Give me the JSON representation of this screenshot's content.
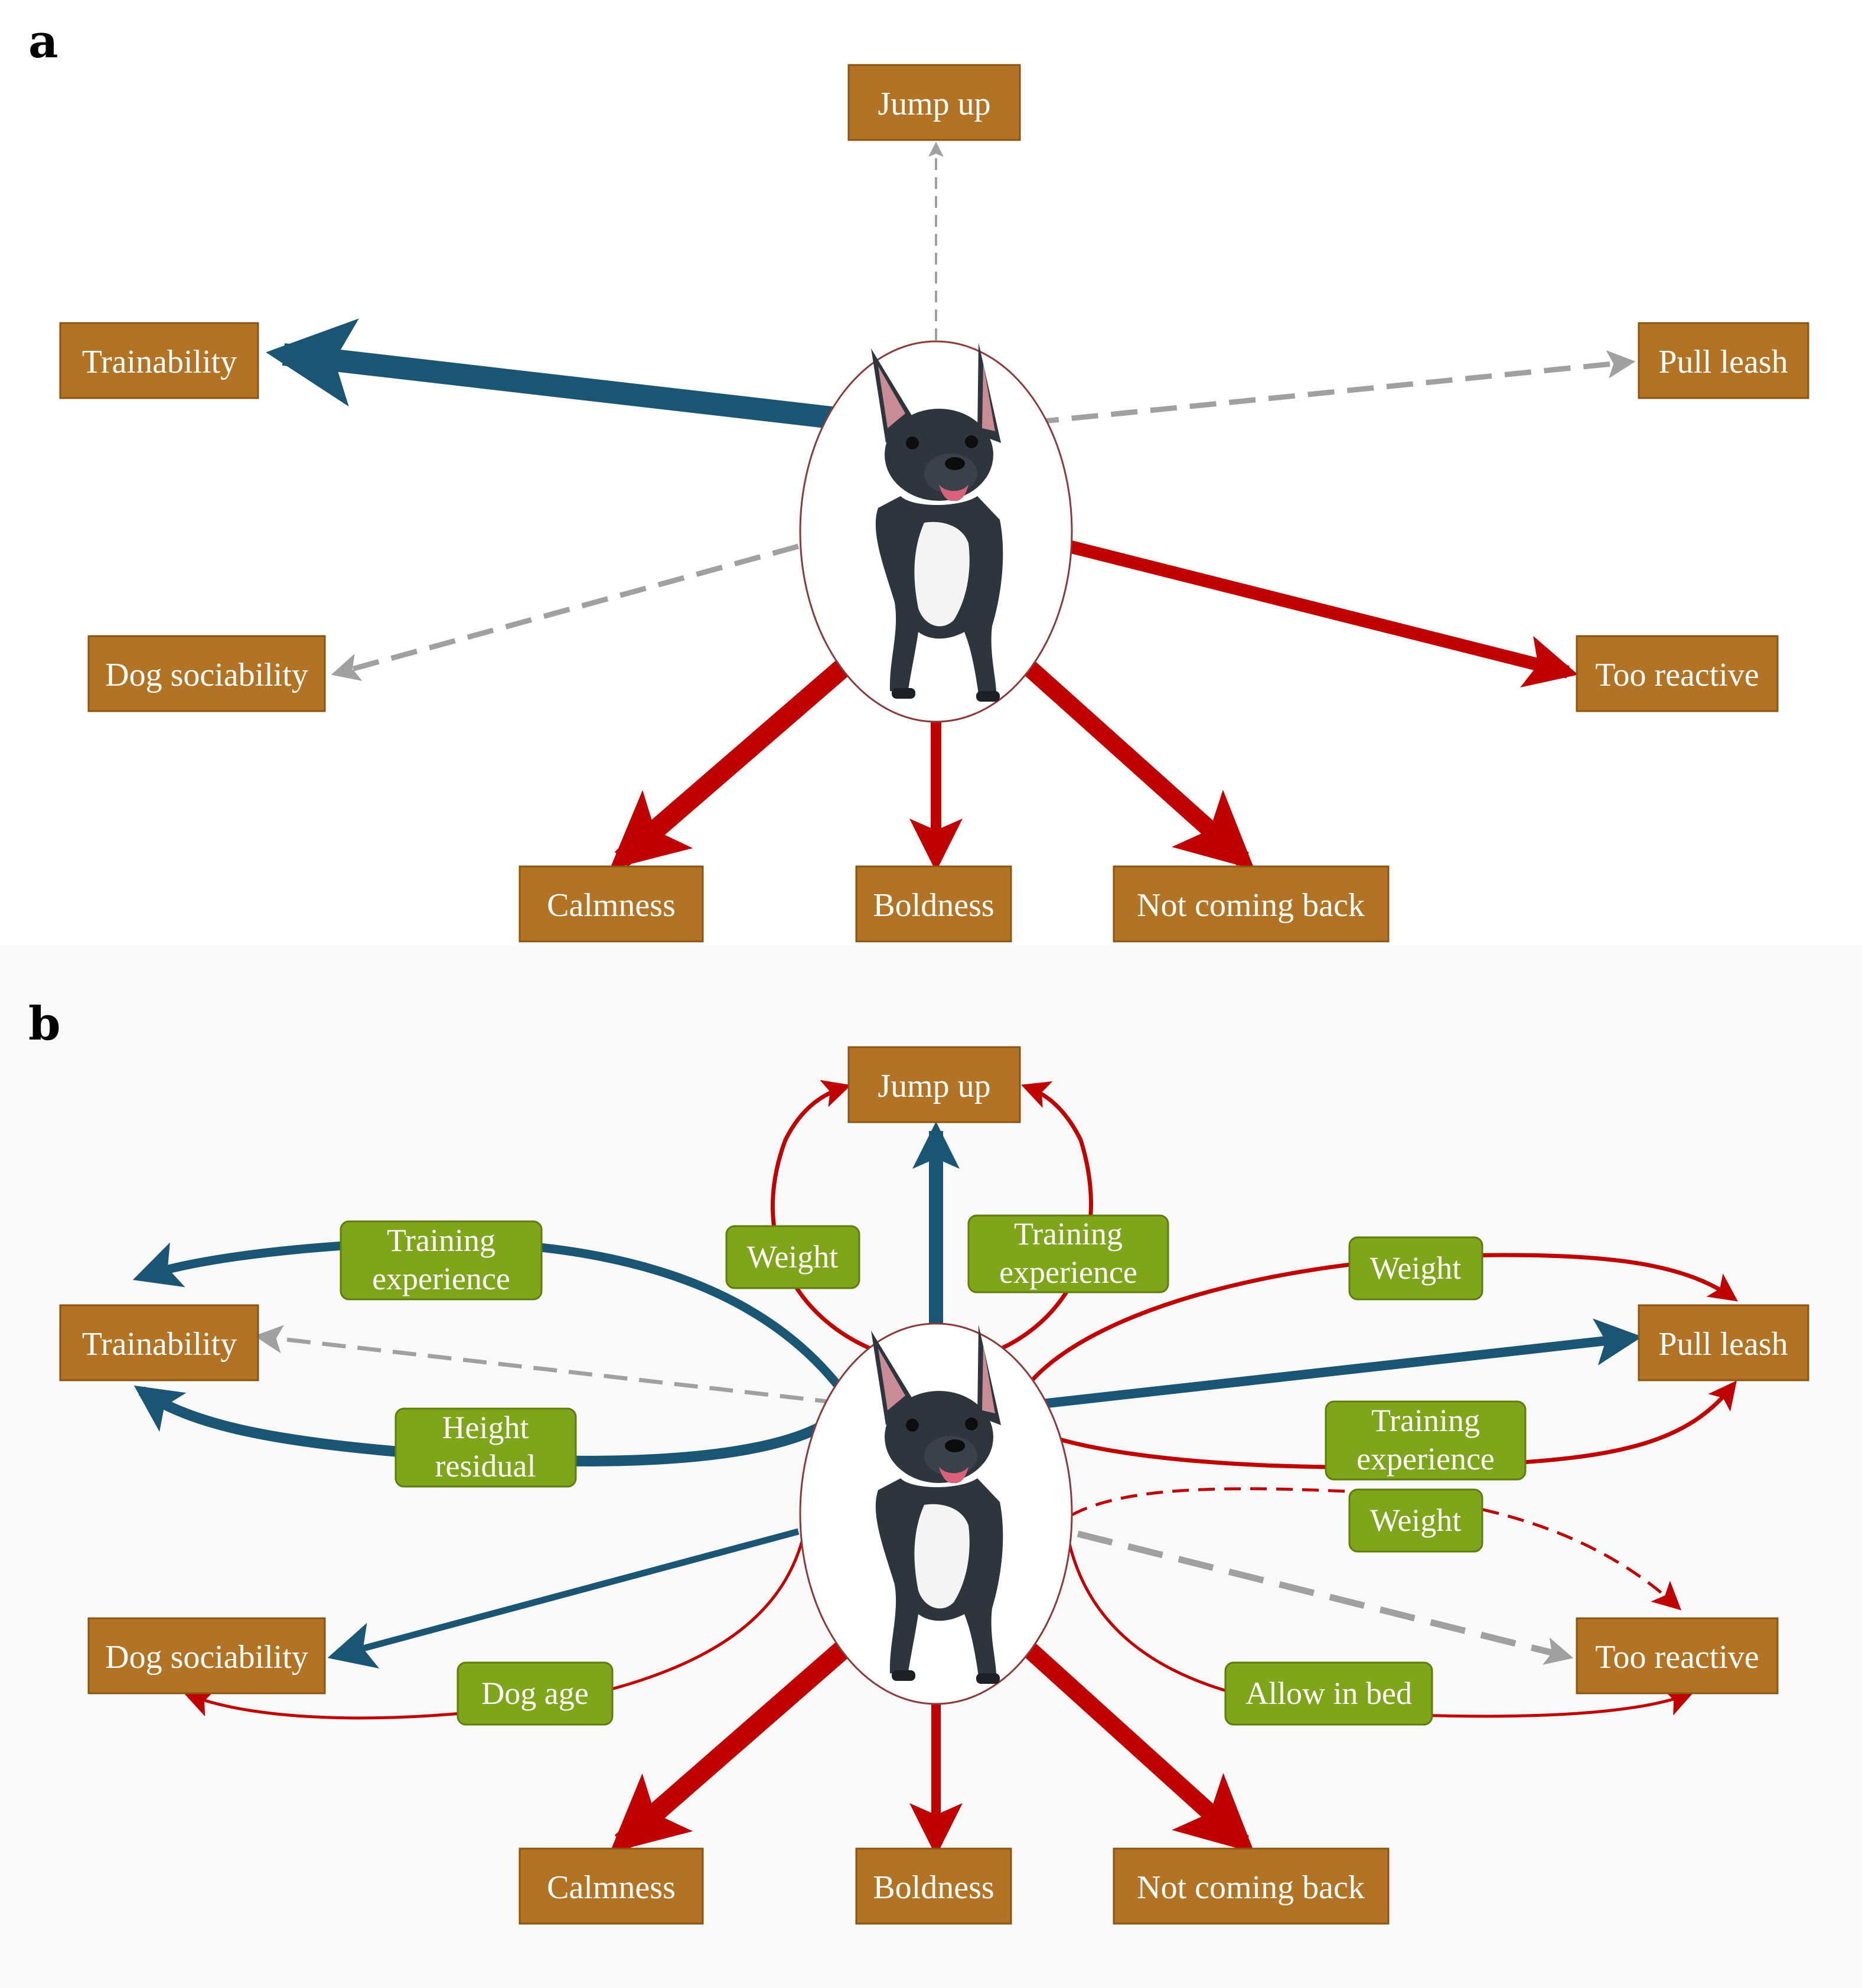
{
  "panels": {
    "a": {
      "letter": "a"
    },
    "b": {
      "letter": "b"
    }
  },
  "traits": {
    "jump_up": "Jump up",
    "trainability": "Trainability",
    "pull_leash": "Pull leash",
    "dog_sociability": "Dog sociability",
    "too_reactive": "Too reactive",
    "calmness": "Calmness",
    "boldness": "Boldness",
    "not_coming_back": "Not coming back"
  },
  "moderators": {
    "training_experience": [
      "Training",
      "experience"
    ],
    "height_residual": [
      "Height",
      "residual"
    ],
    "weight": "Weight",
    "dog_age": "Dog age",
    "allow_in_bed": "Allow in bed"
  },
  "colors": {
    "positive": "#1a5574",
    "negative": "#c00000",
    "nonsignificant": "#a0a0a0",
    "trait_box": "#b27325",
    "moderator_box": "#7fa51b"
  },
  "legend_icons": {
    "center": "french-bulldog-image"
  }
}
